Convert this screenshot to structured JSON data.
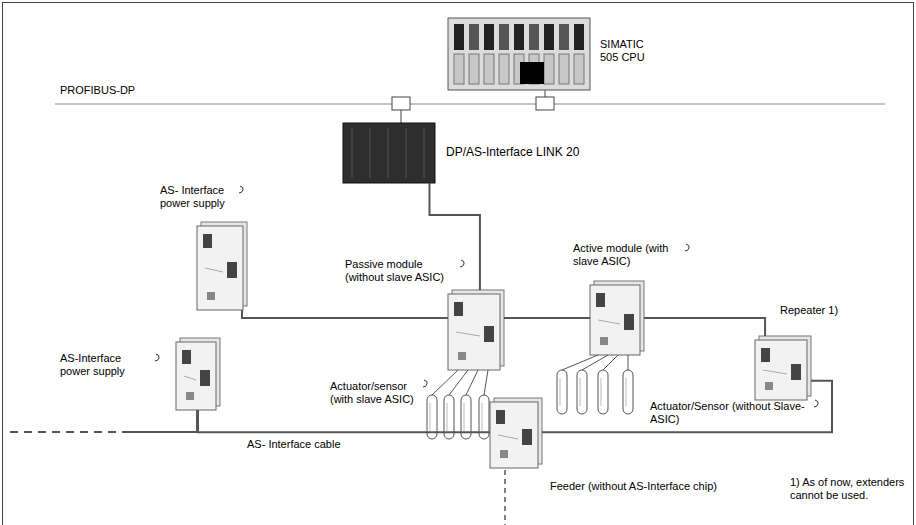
{
  "diagram": {
    "nodes": [
      {
        "text": [
          "SIMATIC 505 CPU"
        ]
      },
      {
        "text": [
          "DP/AS-Interface LINK 20"
        ]
      },
      {
        "text": [
          "AS- Interface power supply"
        ]
      },
      {
        "text": [
          "Passive module (without slave ASIC)"
        ]
      },
      {
        "text": [
          "Active module (with slave ASIC)"
        ]
      },
      {
        "text": [
          "Repeater 1)"
        ]
      },
      {
        "text": [
          "Feeder (without AS-Interface chip)"
        ]
      },
      {
        "text": [
          "AS-Interface power supply"
        ]
      }
    ],
    "edges": [
      {
        "from": 1,
        "to": 3,
        "arrow": "none"
      },
      {
        "from": 2,
        "to": 3,
        "arrow": "none"
      },
      {
        "from": 3,
        "to": 4,
        "arrow": "none"
      },
      {
        "from": 4,
        "to": 5,
        "arrow": "none"
      },
      {
        "from": 5,
        "to": 6,
        "arrow": "none"
      },
      {
        "from": 6,
        "to": 7,
        "arrow": "none"
      }
    ],
    "labels": [
      "PROFIBUS-DP",
      "Actuator/sensor (with slave ASIC)",
      "Actuator/Sensor (without Slave-ASIC)",
      "AS- Interface cable",
      "1) As of now, extenders cannot be used."
    ]
  }
}
